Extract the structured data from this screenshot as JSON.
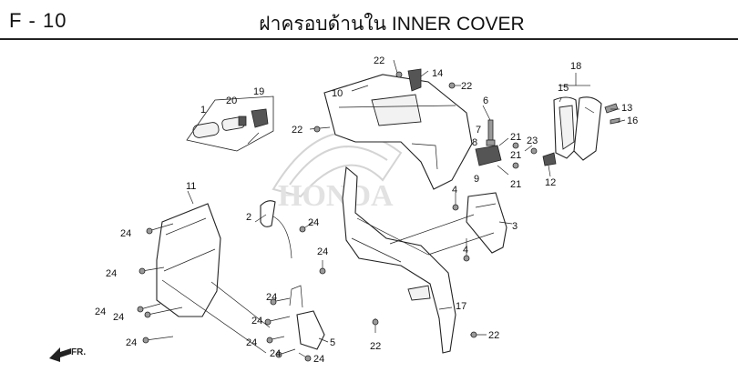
{
  "header": {
    "figure_code": "F - 10",
    "title": "ฝาครอบด้านใน  INNER COVER"
  },
  "watermark": {
    "text": "HONDA"
  },
  "front_indicator": {
    "label": "FR."
  },
  "callouts": {
    "c1": "1",
    "c2": "2",
    "c4a": "4",
    "c4b": "4",
    "c3": "3",
    "c5": "5",
    "c6": "6",
    "c7": "7",
    "c8": "8",
    "c9": "9",
    "c10": "10",
    "c11": "11",
    "c12": "12",
    "c13": "13",
    "c14": "14",
    "c15": "15",
    "c16": "16",
    "c17": "17",
    "c18": "18",
    "c19": "19",
    "c20": "20",
    "c21a": "21",
    "c21b": "21",
    "c21c": "21",
    "c22a": "22",
    "c22b": "22",
    "c22c": "22",
    "c22d": "22",
    "c22e": "22",
    "c23": "23",
    "c24a": "24",
    "c24b": "24",
    "c24c": "24",
    "c24d": "24",
    "c24e": "24",
    "c24f": "24",
    "c24g": "24",
    "c24h": "24",
    "c24i": "24",
    "c24j": "24",
    "c24k": "24",
    "c24l": "24"
  },
  "colors": {
    "line": "#222222",
    "background": "#ffffff",
    "watermark": "#d4d4d4"
  }
}
